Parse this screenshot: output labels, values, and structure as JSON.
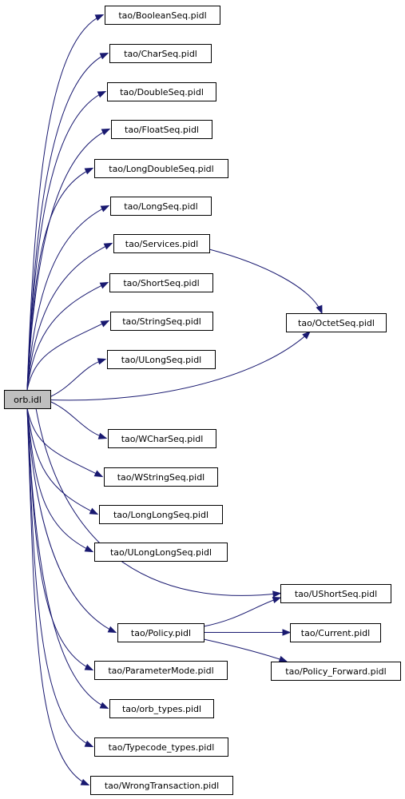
{
  "root": "orb.idl",
  "nodes": [
    {
      "id": "orb",
      "label": "orb.idl"
    },
    {
      "id": "boolean",
      "label": "tao/BooleanSeq.pidl"
    },
    {
      "id": "char",
      "label": "tao/CharSeq.pidl"
    },
    {
      "id": "double",
      "label": "tao/DoubleSeq.pidl"
    },
    {
      "id": "float",
      "label": "tao/FloatSeq.pidl"
    },
    {
      "id": "longdouble",
      "label": "tao/LongDoubleSeq.pidl"
    },
    {
      "id": "long",
      "label": "tao/LongSeq.pidl"
    },
    {
      "id": "services",
      "label": "tao/Services.pidl"
    },
    {
      "id": "short",
      "label": "tao/ShortSeq.pidl"
    },
    {
      "id": "string",
      "label": "tao/StringSeq.pidl"
    },
    {
      "id": "ulong",
      "label": "tao/ULongSeq.pidl"
    },
    {
      "id": "octet",
      "label": "tao/OctetSeq.pidl"
    },
    {
      "id": "wchar",
      "label": "tao/WCharSeq.pidl"
    },
    {
      "id": "wstring",
      "label": "tao/WStringSeq.pidl"
    },
    {
      "id": "longlong",
      "label": "tao/LongLongSeq.pidl"
    },
    {
      "id": "ulonglong",
      "label": "tao/ULongLongSeq.pidl"
    },
    {
      "id": "ushort",
      "label": "tao/UShortSeq.pidl"
    },
    {
      "id": "policy",
      "label": "tao/Policy.pidl"
    },
    {
      "id": "current",
      "label": "tao/Current.pidl"
    },
    {
      "id": "policyforward",
      "label": "tao/Policy_Forward.pidl"
    },
    {
      "id": "parammode",
      "label": "tao/ParameterMode.pidl"
    },
    {
      "id": "orbtypes",
      "label": "tao/orb_types.pidl"
    },
    {
      "id": "typecodetypes",
      "label": "tao/Typecode_types.pidl"
    },
    {
      "id": "wrongtx",
      "label": "tao/WrongTransaction.pidl"
    }
  ],
  "edges": [
    [
      "orb",
      "boolean"
    ],
    [
      "orb",
      "char"
    ],
    [
      "orb",
      "double"
    ],
    [
      "orb",
      "float"
    ],
    [
      "orb",
      "longdouble"
    ],
    [
      "orb",
      "long"
    ],
    [
      "orb",
      "services"
    ],
    [
      "orb",
      "short"
    ],
    [
      "orb",
      "string"
    ],
    [
      "orb",
      "ulong"
    ],
    [
      "orb",
      "octet"
    ],
    [
      "orb",
      "wchar"
    ],
    [
      "orb",
      "wstring"
    ],
    [
      "orb",
      "longlong"
    ],
    [
      "orb",
      "ulonglong"
    ],
    [
      "orb",
      "ushort"
    ],
    [
      "orb",
      "policy"
    ],
    [
      "orb",
      "parammode"
    ],
    [
      "orb",
      "orbtypes"
    ],
    [
      "orb",
      "typecodetypes"
    ],
    [
      "orb",
      "wrongtx"
    ],
    [
      "services",
      "octet"
    ],
    [
      "policy",
      "ushort"
    ],
    [
      "policy",
      "current"
    ],
    [
      "policy",
      "policyforward"
    ]
  ],
  "colors": {
    "edge": "#191970",
    "root_fill": "#bfbfbf",
    "node_fill": "#ffffff",
    "node_stroke": "#000000"
  }
}
